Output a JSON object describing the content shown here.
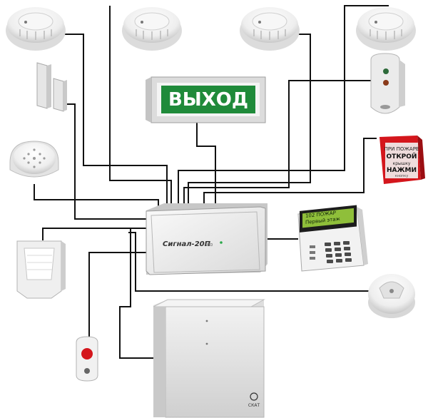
{
  "exit_sign": {
    "text": "ВЫХОД"
  },
  "controller": {
    "model": "Сигнал-20П",
    "suffix": "SMD"
  },
  "keypad": {
    "line1": "102 ПОЖАР",
    "line2": "Первый этаж"
  },
  "call_point": {
    "line1": "ПРИ ПОЖАРЕ",
    "line2": "ОТКРОЙ",
    "line3": "крышку",
    "line4": "НАЖМИ",
    "line5": "кнопку"
  },
  "power_supply": {
    "brand": "СКАТ"
  },
  "colors": {
    "sign_green": "#1f8a3a",
    "call_point_red": "#d4161c",
    "wire": "#111111",
    "device_white": "#eeeeee"
  }
}
